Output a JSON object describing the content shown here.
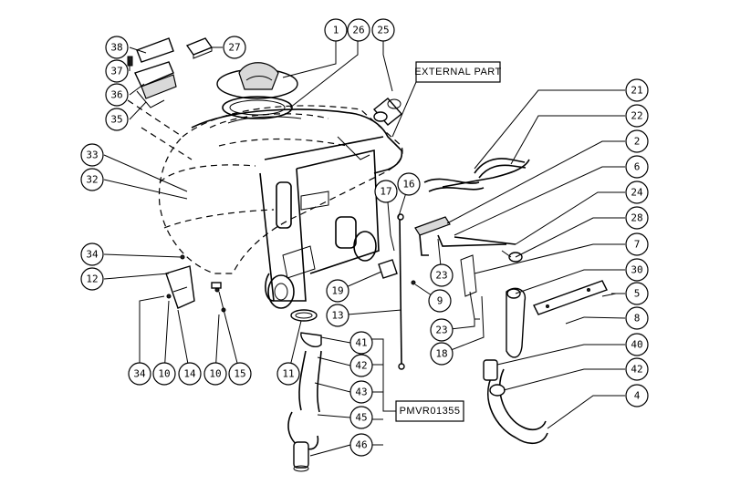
{
  "boxes": {
    "external_part": "EXTERNAL PART",
    "pmvr": "PMVR01355"
  },
  "callouts": [
    {
      "id": "c38",
      "label": "38"
    },
    {
      "id": "c37",
      "label": "37"
    },
    {
      "id": "c36",
      "label": "36"
    },
    {
      "id": "c35",
      "label": "35"
    },
    {
      "id": "c27",
      "label": "27"
    },
    {
      "id": "c1",
      "label": "1"
    },
    {
      "id": "c26",
      "label": "26"
    },
    {
      "id": "c25",
      "label": "25"
    },
    {
      "id": "c33",
      "label": "33"
    },
    {
      "id": "c32",
      "label": "32"
    },
    {
      "id": "c34a",
      "label": "34"
    },
    {
      "id": "c12",
      "label": "12"
    },
    {
      "id": "c34b",
      "label": "34"
    },
    {
      "id": "c10a",
      "label": "10"
    },
    {
      "id": "c14",
      "label": "14"
    },
    {
      "id": "c10b",
      "label": "10"
    },
    {
      "id": "c15",
      "label": "15"
    },
    {
      "id": "c11",
      "label": "11"
    },
    {
      "id": "c17",
      "label": "17"
    },
    {
      "id": "c16",
      "label": "16"
    },
    {
      "id": "c19",
      "label": "19"
    },
    {
      "id": "c9",
      "label": "9"
    },
    {
      "id": "c13",
      "label": "13"
    },
    {
      "id": "c23a",
      "label": "23"
    },
    {
      "id": "c23b",
      "label": "23"
    },
    {
      "id": "c18",
      "label": "18"
    },
    {
      "id": "c41",
      "label": "41"
    },
    {
      "id": "c42a",
      "label": "42"
    },
    {
      "id": "c43",
      "label": "43"
    },
    {
      "id": "c45",
      "label": "45"
    },
    {
      "id": "c46",
      "label": "46"
    },
    {
      "id": "c21",
      "label": "21"
    },
    {
      "id": "c22",
      "label": "22"
    },
    {
      "id": "c2",
      "label": "2"
    },
    {
      "id": "c6",
      "label": "6"
    },
    {
      "id": "c24",
      "label": "24"
    },
    {
      "id": "c28",
      "label": "28"
    },
    {
      "id": "c7",
      "label": "7"
    },
    {
      "id": "c30",
      "label": "30"
    },
    {
      "id": "c5",
      "label": "5"
    },
    {
      "id": "c8",
      "label": "8"
    },
    {
      "id": "c40",
      "label": "40"
    },
    {
      "id": "c42b",
      "label": "42"
    },
    {
      "id": "c4",
      "label": "4"
    }
  ]
}
